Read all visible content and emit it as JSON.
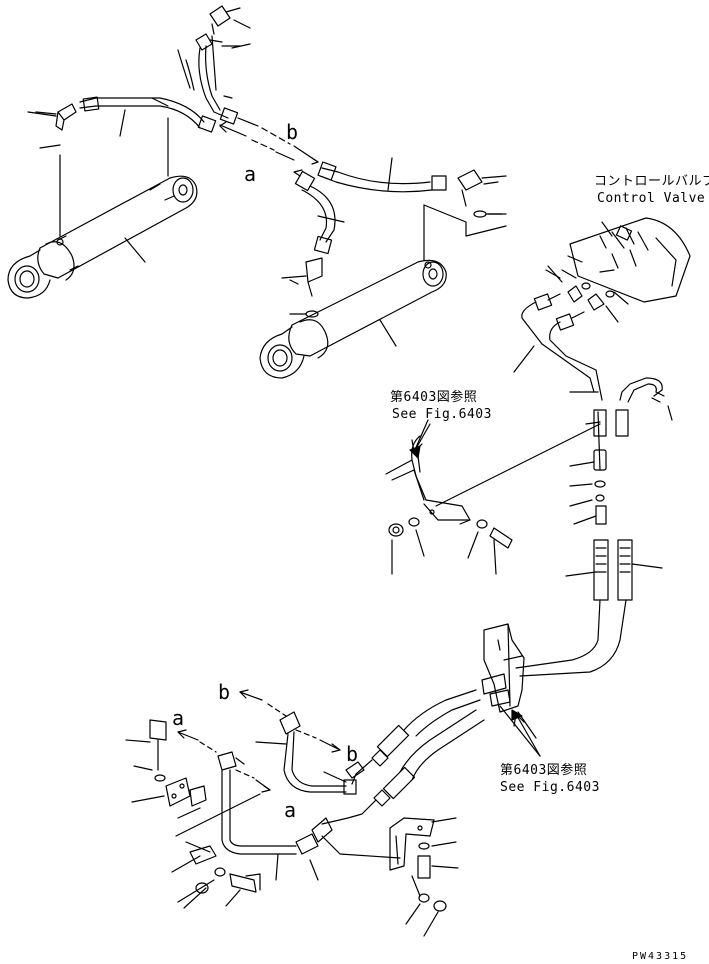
{
  "labels": {
    "control_valve_jp": "コントロールバルブ",
    "control_valve_en": "Control Valve",
    "ref_upper_jp": "第6403図参照",
    "ref_upper_en": "See Fig.6403",
    "ref_lower_jp": "第6403図参照",
    "ref_lower_en": "See Fig.6403",
    "conn_a_upper": "a",
    "conn_b_upper": "b",
    "conn_a_lower_left": "a",
    "conn_b_lower_left": "b",
    "conn_b_lower_right": "b",
    "conn_a_lower_right": "a",
    "figure_code": "PW43315"
  }
}
